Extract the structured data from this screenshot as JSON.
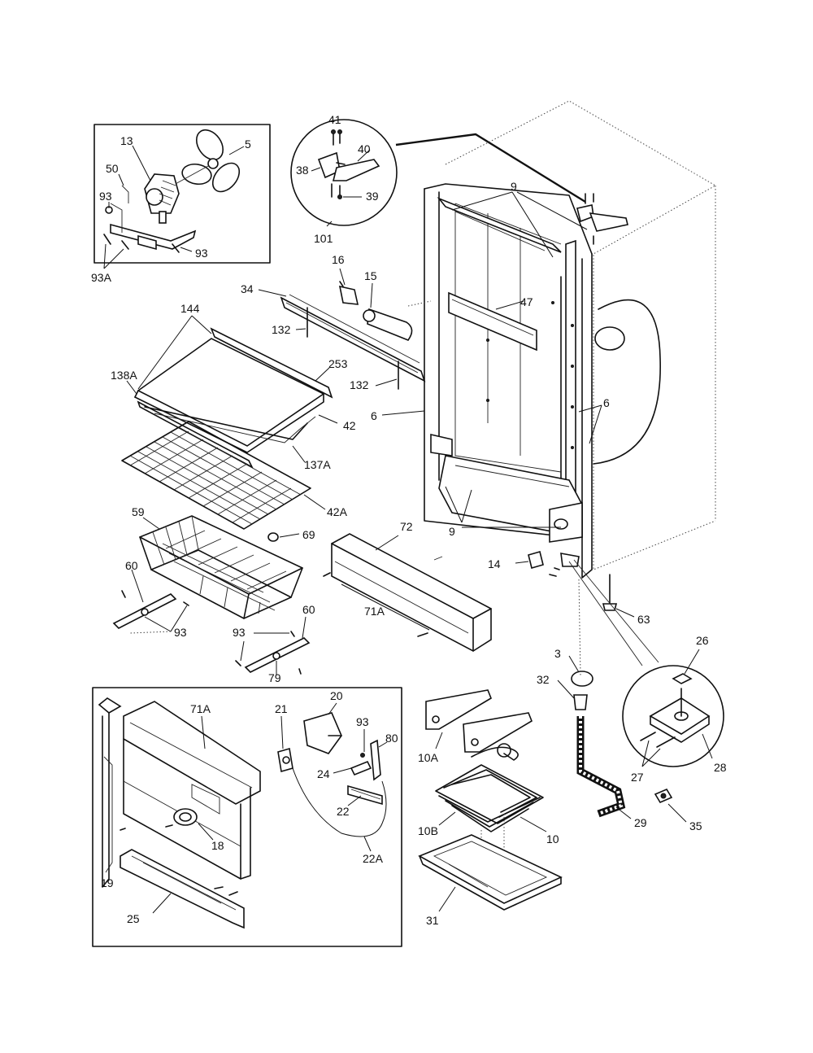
{
  "callouts": {
    "c5": "5",
    "c13": "13",
    "c50": "50",
    "c93a": "93",
    "c93b": "93",
    "c93A": "93A",
    "c41": "41",
    "c40": "40",
    "c38": "38",
    "c39": "39",
    "c101": "101",
    "c9a": "9",
    "c16": "16",
    "c15": "15",
    "c34": "34",
    "c47": "47",
    "c132a": "132",
    "c132b": "132",
    "c144": "144",
    "c138A": "138A",
    "c253": "253",
    "c6a": "6",
    "c6b": "6",
    "c42": "42",
    "c137A": "137A",
    "c42A": "42A",
    "c59": "59",
    "c69": "69",
    "c72": "72",
    "c9b": "9",
    "c14": "14",
    "c60a": "60",
    "c93c": "93",
    "c71Aa": "71A",
    "c63": "63",
    "c60b": "60",
    "c93d": "93",
    "c79": "79",
    "c3": "3",
    "c26": "26",
    "c32": "32",
    "c20": "20",
    "c71Ab": "71A",
    "c21": "21",
    "c93e": "93",
    "c80": "80",
    "c24": "24",
    "c22": "22",
    "c10A": "10A",
    "c10B": "10B",
    "c10": "10",
    "c27": "27",
    "c28": "28",
    "c29": "29",
    "c35": "35",
    "c18": "18",
    "c22A": "22A",
    "c19": "19",
    "c25": "25",
    "c31": "31"
  }
}
